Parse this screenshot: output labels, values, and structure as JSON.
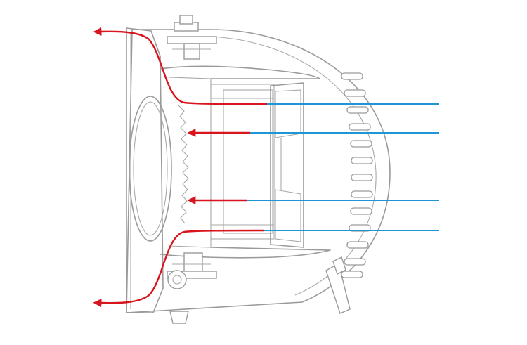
{
  "diagram": {
    "subject": "heater",
    "colors": {
      "background": "#ffffff",
      "outline": "#9a9a9a",
      "intake_airflow": "#1d96d6",
      "outlet_airflow": "#d8141c"
    },
    "airflow_intake_count": 4,
    "airflow_outlet_count": 4,
    "vent_slot_count": 13
  }
}
